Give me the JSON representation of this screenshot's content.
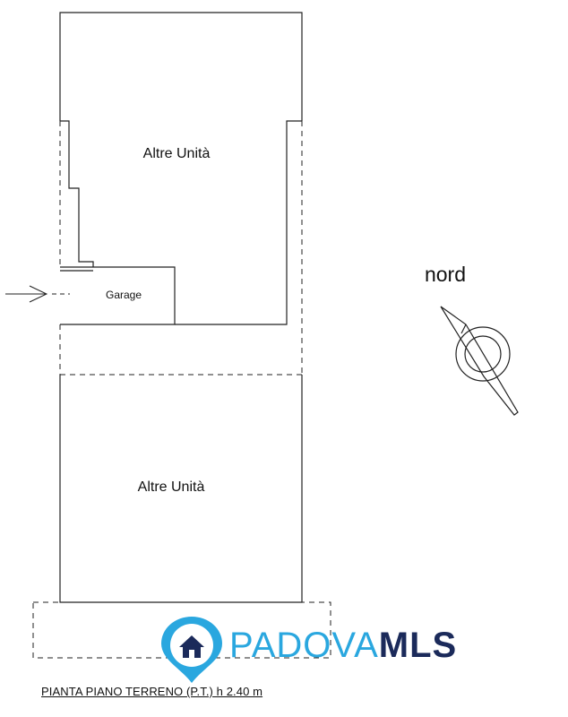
{
  "labels": {
    "top_unit": "Altre Unità",
    "bottom_unit": "Altre Unità",
    "garage": "Garage",
    "north": "nord"
  },
  "caption": "PIANTA PIANO TERRENO (P.T.) h 2.40 m",
  "logo": {
    "part1": "PADOVA",
    "part2": "MLS",
    "icon": "house-pin-icon"
  },
  "colors": {
    "line": "#222222",
    "logo_blue": "#2aa7df",
    "logo_navy": "#1b2a5a"
  }
}
